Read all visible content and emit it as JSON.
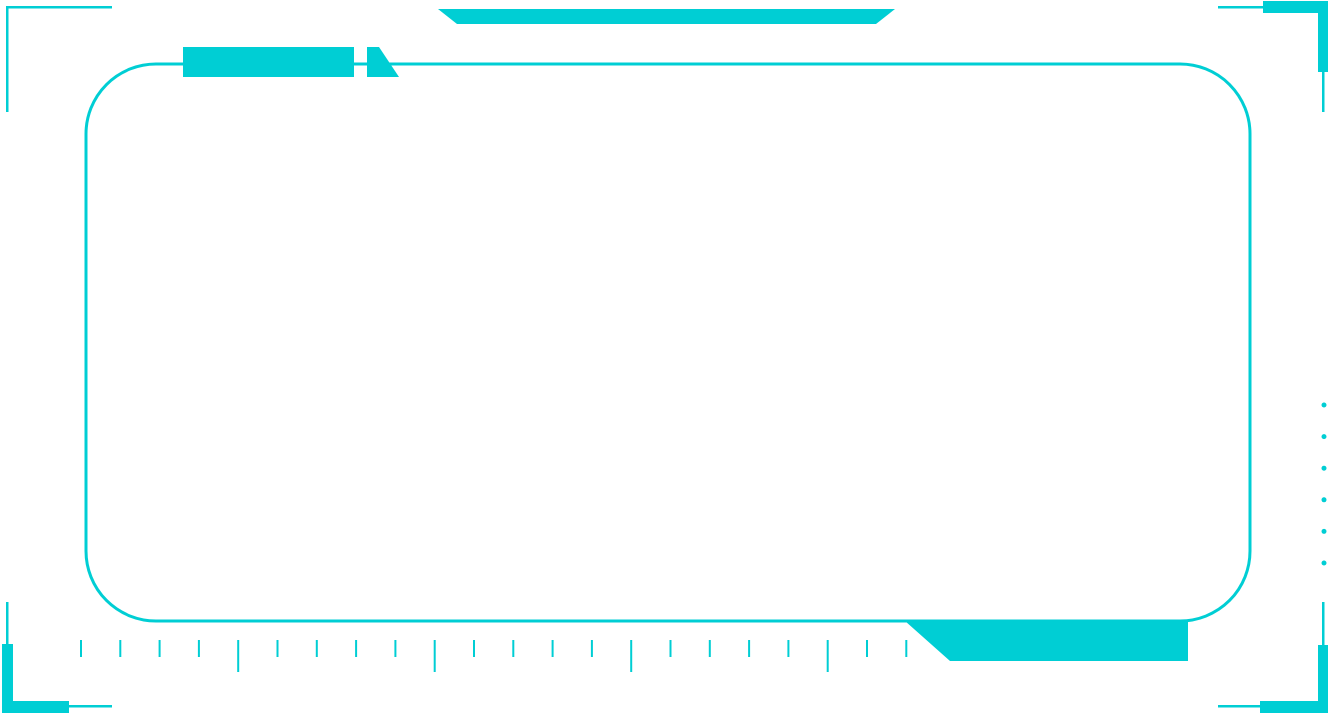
{
  "theme": {
    "accent": "#00CED4",
    "background": "#FFFFFF"
  },
  "ruler": {
    "tick_count": 22,
    "major_every": 5
  },
  "side_dots": {
    "count": 6
  }
}
